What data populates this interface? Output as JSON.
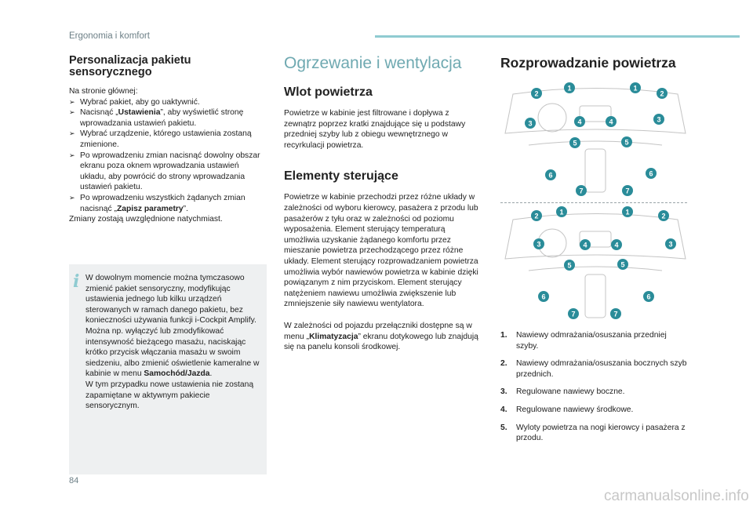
{
  "header": {
    "title": "Ergonomia i komfort"
  },
  "page_number": "84",
  "watermark": "carmanualsonline.info",
  "col1": {
    "title": "Personalizacja pakietu sensorycznego",
    "intro": "Na stronie głównej:",
    "items": [
      {
        "a": "Wybrać pakiet, aby go uaktywnić.",
        "b": "",
        "c": ""
      },
      {
        "a": "Nacisnąć „",
        "b": "Ustawienia",
        "c": "”, aby wyświetlić stronę wprowadzania ustawień pakietu."
      },
      {
        "a": "Wybrać urządzenie, którego ustawienia zostaną zmienione.",
        "b": "",
        "c": ""
      },
      {
        "a": "Po wprowadzeniu zmian nacisnąć dowolny obszar ekranu poza oknem wprowadzania ustawień układu, aby powrócić do strony wprowadzania ustawień pakietu.",
        "b": "",
        "c": ""
      },
      {
        "a": "Po wprowadzeniu wszystkich żądanych zmian nacisnąć „",
        "b": "Zapisz parametry",
        "c": "”."
      }
    ],
    "outro": "Zmiany zostają uwzględnione natychmiast.",
    "info": {
      "text1": "W dowolnym momencie można tymczasowo zmienić pakiet sensoryczny, modyfikując ustawienia jednego lub kilku urządzeń sterowanych w ramach danego pakietu, bez konieczności używania funkcji i-Cockpit Amplify.",
      "text2": "Można np. wyłączyć lub zmodyfikować intensywność bieżącego masażu, naciskając krótko przycisk włączania masażu w swoim siedzeniu, albo zmienić oświetlenie kameralne w kabinie w menu",
      "bold": "Samochód/Jazda",
      "text3": ".",
      "text4": "W tym przypadku nowe ustawienia nie zostaną zapamiętane w aktywnym pakiecie sensorycznym."
    }
  },
  "col2": {
    "section": "Ogrzewanie i wentylacja",
    "h_wlot": "Wlot powietrza",
    "p_wlot": "Powietrze w kabinie jest filtrowane i dopływa z zewnątrz poprzez kratki znajdujące się u podstawy przedniej szyby lub z obiegu wewnętrznego w recyrkulacji powietrza.",
    "h_elem": "Elementy sterujące",
    "p_elem": "Powietrze w kabinie przechodzi przez różne układy w zależności od wyboru kierowcy, pasażera z przodu lub pasażerów z tyłu oraz w zależności od poziomu wyposażenia. Element sterujący temperaturą umożliwia uzyskanie żądanego komfortu przez mieszanie powietrza przechodzącego przez różne układy. Element sterujący rozprowadzaniem powietrza umożliwia wybór nawiewów powietrza w kabinie dzięki powiązanym z nim przyciskom. Element sterujący natężeniem nawiewu umożliwia zwiększenie lub zmniejszenie siły nawiewu wentylatora.",
    "p_last_a": "W zależności od pojazdu przełączniki dostępne są w menu „",
    "p_last_b": "Klimatyzacja",
    "p_last_c": "” ekranu dotykowego lub znajdują się na panelu konsoli środkowej."
  },
  "col3": {
    "title": "Rozprowadzanie powietrza",
    "legend": [
      {
        "n": "1.",
        "t": "Nawiewy odmrażania/osuszania przedniej szyby."
      },
      {
        "n": "2.",
        "t": "Nawiewy odmrażania/osuszania bocznych szyb przednich."
      },
      {
        "n": "3.",
        "t": "Regulowane nawiewy boczne."
      },
      {
        "n": "4.",
        "t": "Regulowane nawiewy środkowe."
      },
      {
        "n": "5.",
        "t": "Wyloty powietrza na nogi kierowcy i pasażera z przodu."
      }
    ],
    "diagram_labels": [
      "1",
      "2",
      "3",
      "4",
      "5",
      "6",
      "7"
    ],
    "accent": "#2a8c99"
  }
}
